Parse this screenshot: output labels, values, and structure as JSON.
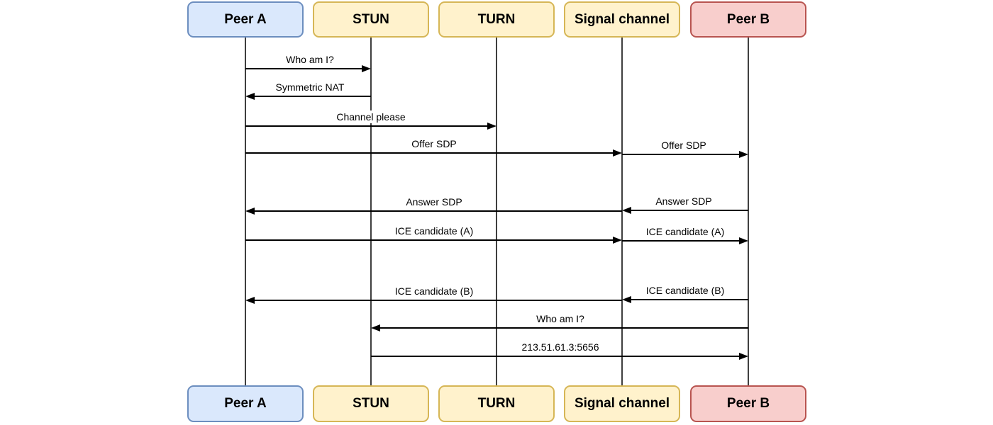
{
  "colors": {
    "background": "#ffffff",
    "peer_a_fill": "#dae8fc",
    "peer_a_border": "#6c8ebf",
    "server_fill": "#fff2cc",
    "server_border": "#d6b656",
    "peer_b_fill": "#f8cecc",
    "peer_b_border": "#b85450",
    "lifeline_color": "#3f3f3f",
    "arrow_color": "#000000"
  },
  "actors": [
    {
      "label": "Peer A",
      "style": "blue"
    },
    {
      "label": "STUN",
      "style": "yellow"
    },
    {
      "label": "TURN",
      "style": "yellow"
    },
    {
      "label": "Signal channel",
      "style": "yellow"
    },
    {
      "label": "Peer B",
      "style": "red"
    }
  ],
  "messages": [
    {
      "label": "Who am I?",
      "from": "Peer A",
      "to": "STUN"
    },
    {
      "label": "Symmetric NAT",
      "from": "STUN",
      "to": "Peer A"
    },
    {
      "label": "Channel please",
      "from": "Peer A",
      "to": "TURN"
    },
    {
      "label": "Offer SDP",
      "from": "Peer A",
      "to": "Signal channel"
    },
    {
      "label": "Offer SDP",
      "from": "Signal channel",
      "to": "Peer B"
    },
    {
      "label": "Answer SDP",
      "from": "Signal channel",
      "to": "Peer A"
    },
    {
      "label": "Answer SDP",
      "from": "Peer B",
      "to": "Signal channel"
    },
    {
      "label": "ICE candidate (A)",
      "from": "Peer A",
      "to": "Signal channel"
    },
    {
      "label": "ICE candidate (A)",
      "from": "Signal channel",
      "to": "Peer B"
    },
    {
      "label": "ICE candidate (B)",
      "from": "Signal channel",
      "to": "Peer A"
    },
    {
      "label": "ICE candidate (B)",
      "from": "Peer B",
      "to": "Signal channel"
    },
    {
      "label": "Who am I?",
      "from": "Peer B",
      "to": "STUN"
    },
    {
      "label": "213.51.61.3:5656",
      "from": "STUN",
      "to": "Peer B"
    }
  ]
}
